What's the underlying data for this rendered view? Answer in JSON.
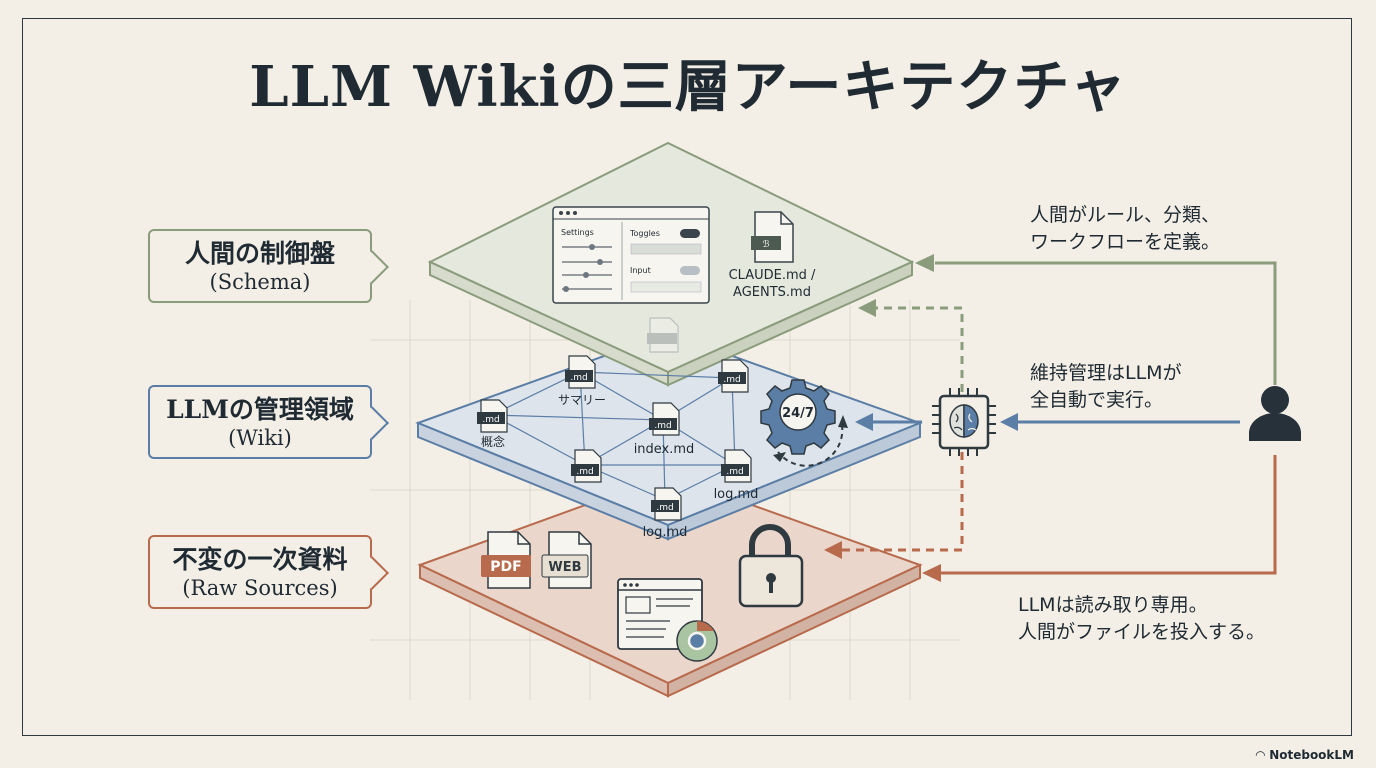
{
  "title": "LLM Wikiの三層アーキテクチャ",
  "layers": {
    "schema": {
      "ja": "人間の制御盤",
      "en": "(Schema)",
      "color": "#8a9c7c"
    },
    "wiki": {
      "ja": "LLMの管理領域",
      "en": "(Wiki)",
      "color": "#5b7ea6"
    },
    "raw": {
      "ja": "不変の一次資料",
      "en": "(Raw Sources)",
      "color": "#b86a4c"
    }
  },
  "schema_panel": {
    "settings_label": "Settings",
    "toggles_label": "Toggles",
    "input_label": "Input",
    "file_label_1": "CLAUDE.md /",
    "file_label_2": "AGENTS.md"
  },
  "wiki_nodes": {
    "md": ".md",
    "summary": "サマリー",
    "concept": "概念",
    "index": "index.md",
    "log1": "log.md",
    "log2": "log.md",
    "cycle": "24/7"
  },
  "raw_sources": {
    "pdf": "PDF",
    "web": "WEB"
  },
  "notes": {
    "human_rules_1": "人間がルール、分類、",
    "human_rules_2": "ワークフローを定義。",
    "llm_maintain_1": "維持管理はLLMが",
    "llm_maintain_2": "全自動で実行。",
    "raw_readonly_1": "LLMは読み取り専用。",
    "raw_readonly_2": "人間がファイルを投入する。"
  },
  "icons": [
    "user-icon",
    "brain-chip-icon",
    "gear-icon",
    "lock-icon",
    "browser-icon",
    "pdf-file-icon",
    "web-file-icon",
    "markdown-file-icon"
  ],
  "brand": "NotebookLM"
}
